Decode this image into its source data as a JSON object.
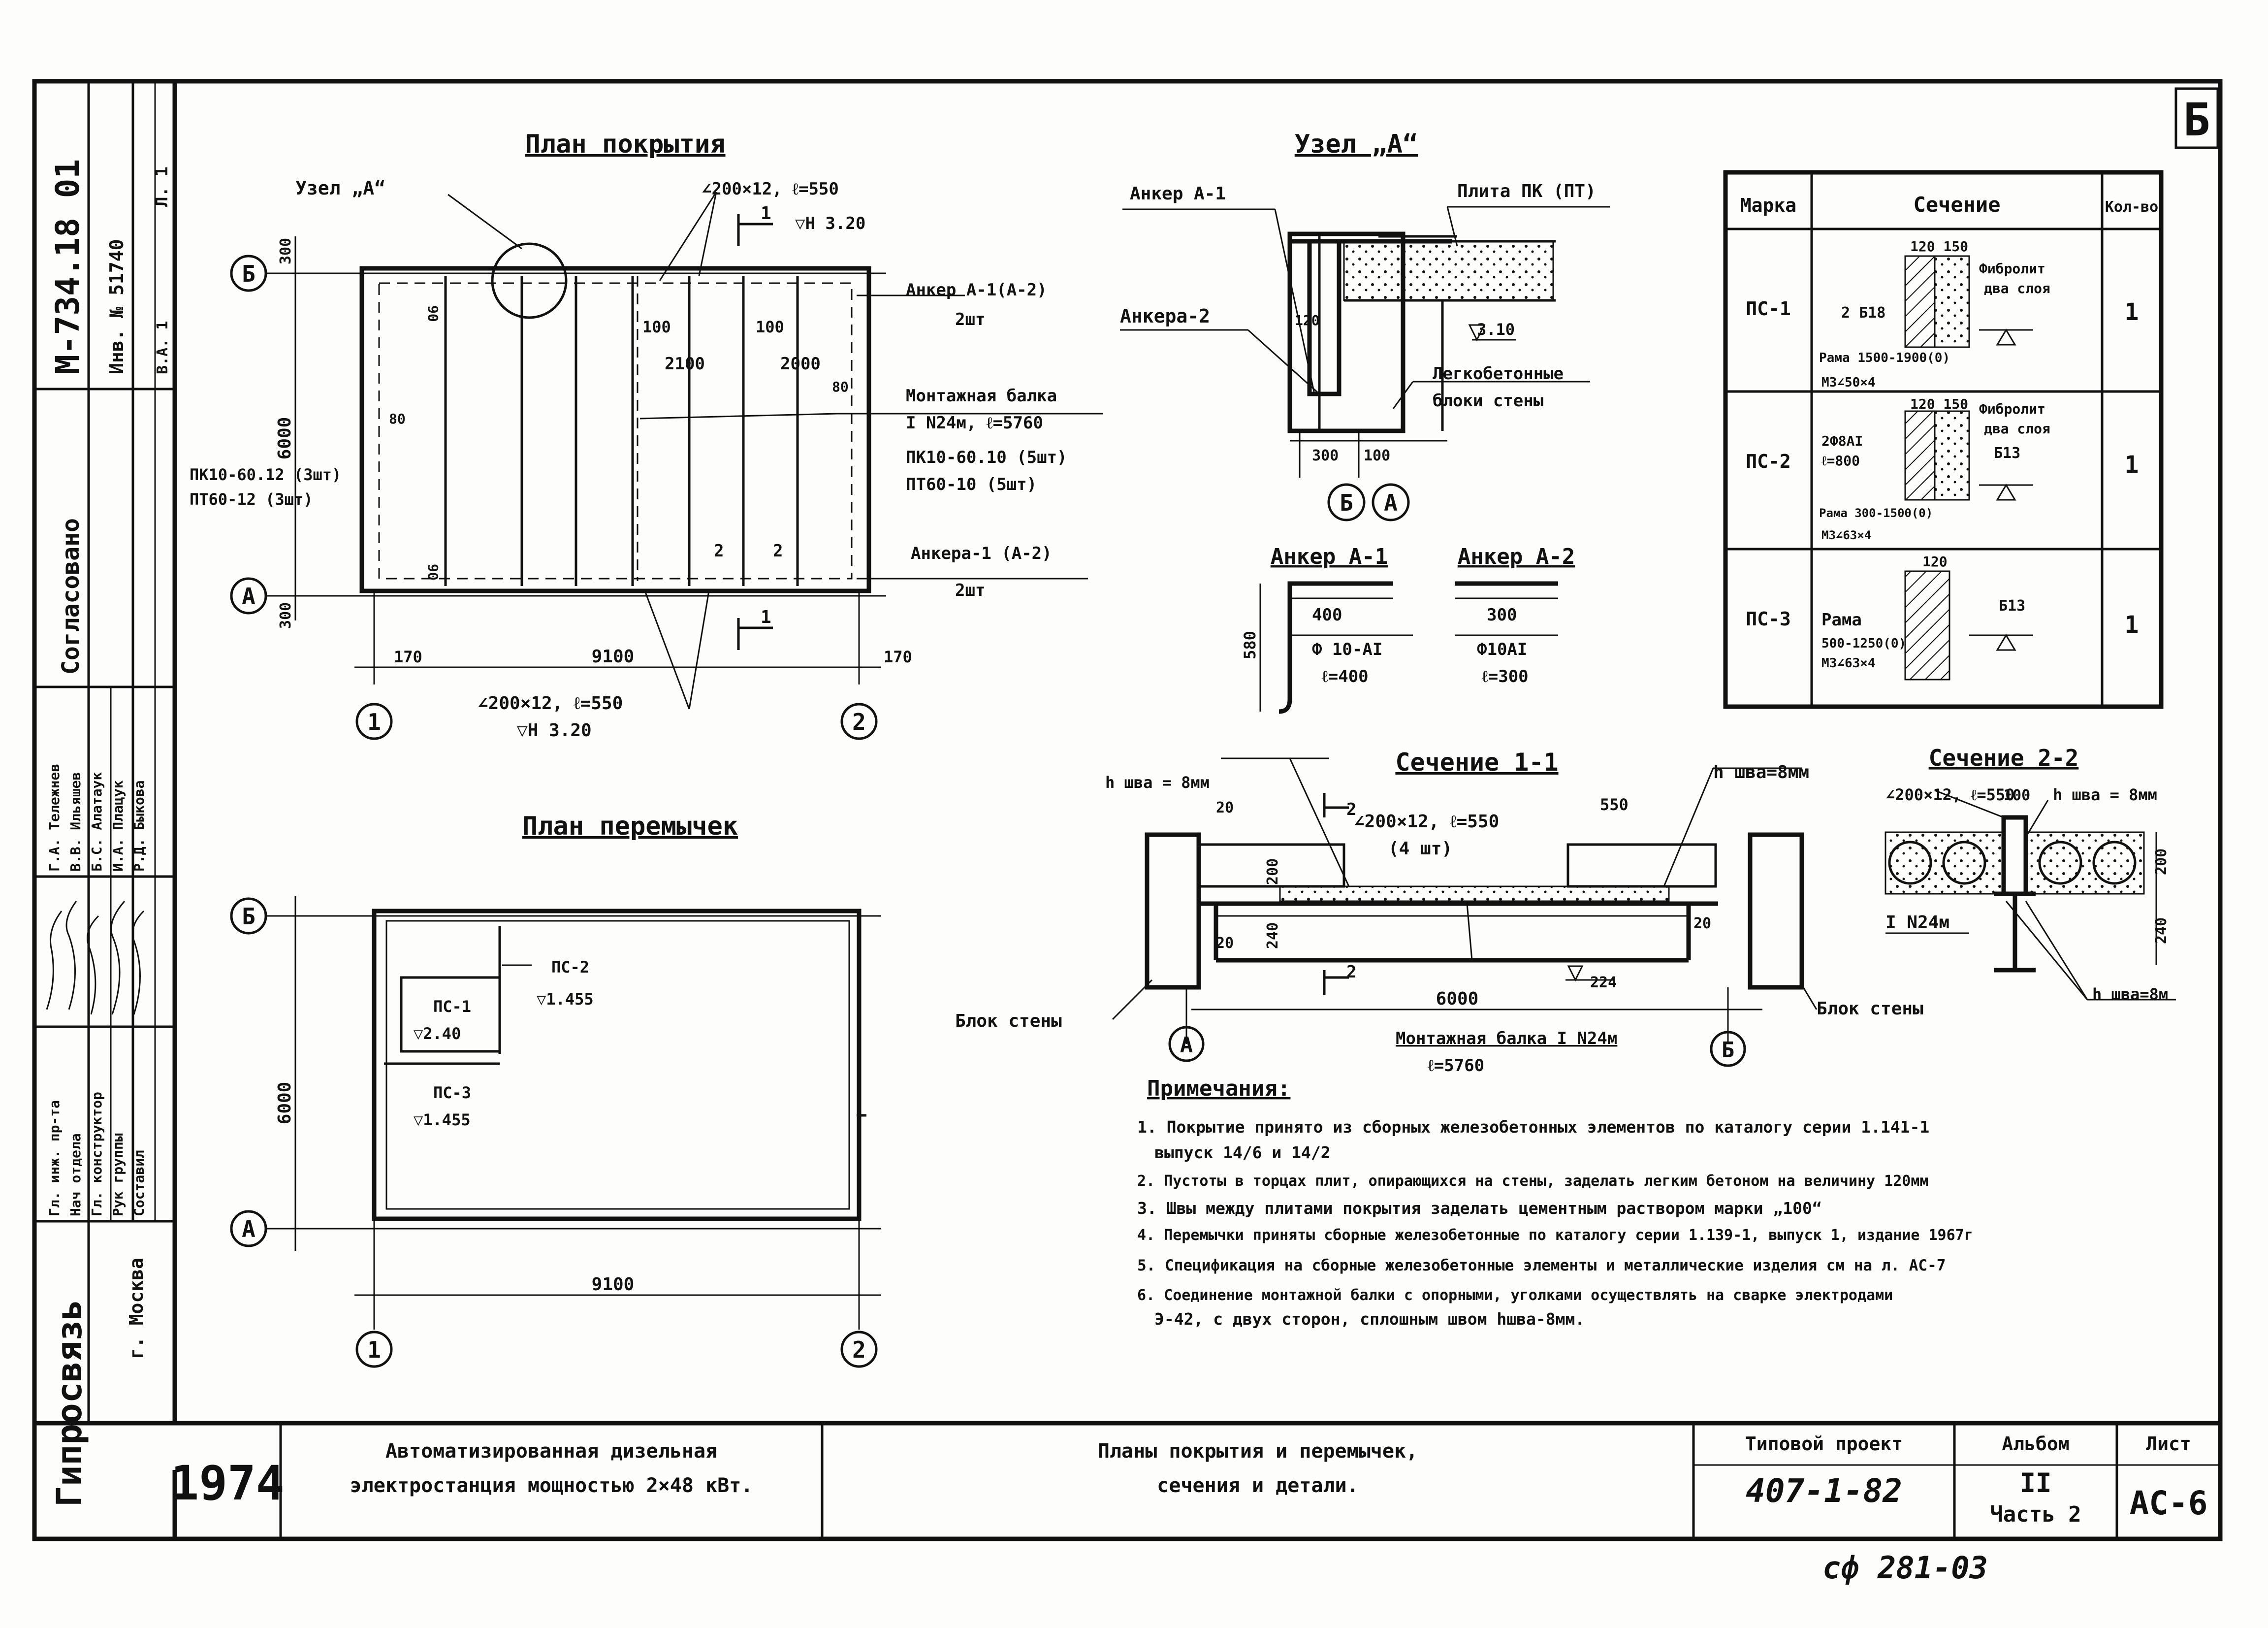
{
  "sheet_mark": "Б",
  "titles": {
    "roof_plan": "План покрытия",
    "lintel_plan": "План перемычек",
    "node_a": "Узел „А“",
    "section_11": "Сечение 1-1",
    "section_22": "Сечение 2-2",
    "anchor_a1": "Анкер А-1",
    "anchor_a2": "Анкер А-2"
  },
  "roof_plan": {
    "node_label": "Узел „А“",
    "angle_top": "∠200×12, ℓ=550",
    "mark_top": "▽Н 3.20",
    "angle_bottom": "∠200×12, ℓ=550",
    "mark_bottom": "▽Н 3.20",
    "anchor_top": "Анкер А-1(А-2)",
    "anchor_top_qty": "2шт",
    "beam_label": "Монтажная балка",
    "beam_spec": "I N24м, ℓ=5760",
    "slab_right_1": "ПК10-60.10 (5шт)",
    "slab_right_2": "ПТ60-10 (5шт)",
    "slab_left_1": "ПК10-60.12 (3шт)",
    "slab_left_2": "ПТ60-12 (3шт)",
    "anchor_bottom": "Анкера-1 (А-2)",
    "anchor_bottom_qty": "2шт",
    "dim_total": "9100",
    "dim_left": "170",
    "dim_right": "170",
    "dim_height": "6000",
    "dim_300a": "300",
    "dim_300b": "300",
    "dim_2100": "2100",
    "dim_2000": "2000",
    "dim_100a": "100",
    "dim_100b": "100",
    "dim_90a": "90",
    "dim_90b": "90",
    "dim_80a": "80",
    "dim_80b": "80",
    "cut_1": "1",
    "cut_1b": "1",
    "cut_2a": "2",
    "cut_2b": "2",
    "axis_b": "Б",
    "axis_a": "А",
    "axis_1": "1",
    "axis_2": "2"
  },
  "node_a": {
    "anchor1": "Анкер А-1",
    "anchor2": "Анкера-2",
    "slab": "Плита ПК (ПТ)",
    "mark": "3.10",
    "blocks_1": "Легкобетонные",
    "blocks_2": "блоки стены",
    "dim_300": "300",
    "dim_100": "100",
    "dim_120": "120",
    "axis_b": "Б",
    "axis_a": "А"
  },
  "anchors": {
    "a1_dim": "400",
    "a1_bar": "Ф 10-АI",
    "a1_len": "ℓ=400",
    "a1_h": "580",
    "a2_dim": "300",
    "a2_bar": "Ф10АI",
    "a2_len": "ℓ=300"
  },
  "lintel_table": {
    "headers": [
      "Марка",
      "Сечение",
      "Кол-во"
    ],
    "rows": [
      {
        "mark": "ПС-1",
        "qty": "1",
        "t1": "2 Б18",
        "t2": "Рама 1500-1900(0)",
        "t3": "МЗ∠50×4",
        "d": "120 150",
        "r1": "Фибролит",
        "r2": "два слоя"
      },
      {
        "mark": "ПС-2",
        "qty": "1",
        "t1": "2Ф8АI",
        "t2": "ℓ=800",
        "t3": "Рама 300-1500(0)",
        "t4": "МЗ∠63×4",
        "d": "120 150",
        "r1": "Фибролит",
        "r2": "два слоя",
        "r3": "Б13"
      },
      {
        "mark": "ПС-3",
        "qty": "1",
        "t1": "Рама",
        "t2": "500-1250(0)",
        "t3": "МЗ∠63×4",
        "d": "120",
        "r1": "Б13"
      }
    ]
  },
  "lintel_plan": {
    "ps1": "ПС-1",
    "ps1_mark": "▽2.40",
    "ps2": "ПС-2",
    "ps2_mark": "▽1.455",
    "ps3": "ПС-3",
    "ps3_mark": "▽1.455",
    "dim_h": "6000",
    "dim_w": "9100",
    "axis_b": "Б",
    "axis_a": "А",
    "axis_1": "1",
    "axis_2": "2"
  },
  "section_11": {
    "weld_left": "h шва = 8мм",
    "weld_right": "h шва=8мм",
    "angle": "∠200×12, ℓ=550",
    "qty": "(4 шт)",
    "dim_550": "550",
    "dim_20a": "20",
    "dim_20b": "20",
    "dim_20c": "20",
    "dim_200": "200",
    "dim_240": "240",
    "mark_224": "224",
    "cut_2a": "2",
    "cut_2b": "2",
    "dim_6000": "6000",
    "block_left": "Блок стены",
    "block_right": "Блок стены",
    "beam": "Монтажная балка I N24м",
    "beam_len": "ℓ=5760",
    "axis_a": "А",
    "axis_b": "Б"
  },
  "section_22": {
    "angle": "∠200×12, ℓ=550",
    "dim_100": "100",
    "weld_top": "h шва = 8мм",
    "beam": "I N24м",
    "dim_200": "200",
    "dim_240": "240",
    "weld_bottom": "h шва=8м"
  },
  "notes": {
    "title": "Примечания:",
    "items": [
      "1. Покрытие принято из сборных железобетонных элементов по каталогу серии 1.141-1",
      "выпуск 14/6 и 14/2",
      "2. Пустоты в торцах плит, опирающихся на стены, заделать легким бетоном на величину 120мм",
      "3. Швы между плитами покрытия заделать цементным раствором марки „100“",
      "4. Перемычки приняты сборные железобетонные по каталогу серии 1.139-1, выпуск 1, издание 1967г",
      "5. Спецификация на сборные железобетонные элементы и металлические изделия см на л. АС-7",
      "6. Соединение монтажной балки с опорными, уголками осуществлять на сварке электродами",
      "Э-42, с двух сторон, сплошным швом hшва-8мм."
    ]
  },
  "left_strip": {
    "doc_no": "М-734.18 01",
    "inv": "Инв. № 51740",
    "sheet": "Л. 1",
    "vol": "В.А. 1",
    "agreed": "Согласовано",
    "org": "Гипросвязь",
    "city": "г. Москва",
    "roles": [
      "Гл. инж. пр-та",
      "Нач отдела",
      "Гл. конструктор",
      "Рук группы",
      "Составил"
    ],
    "names": [
      "Г.А. Тележнев",
      "В.В. Ильяшев",
      "Б.С. Алатаук",
      "И.А. Плацук",
      "Р.Д. Быкова"
    ]
  },
  "title_block": {
    "year": "1974",
    "project_1": "Автоматизированная дизельная",
    "project_2": "электростанция мощностью 2×48 кВт.",
    "drawing_1": "Планы покрытия и перемычек,",
    "drawing_2": "сечения и детали.",
    "typ_label": "Типовой проект",
    "typ_no": "407-1-82",
    "album_label": "Альбом",
    "album_no": "II",
    "part": "Часть 2",
    "sheet_label": "Лист",
    "sheet_no": "АС-6",
    "stamp": "сф 281-03"
  }
}
